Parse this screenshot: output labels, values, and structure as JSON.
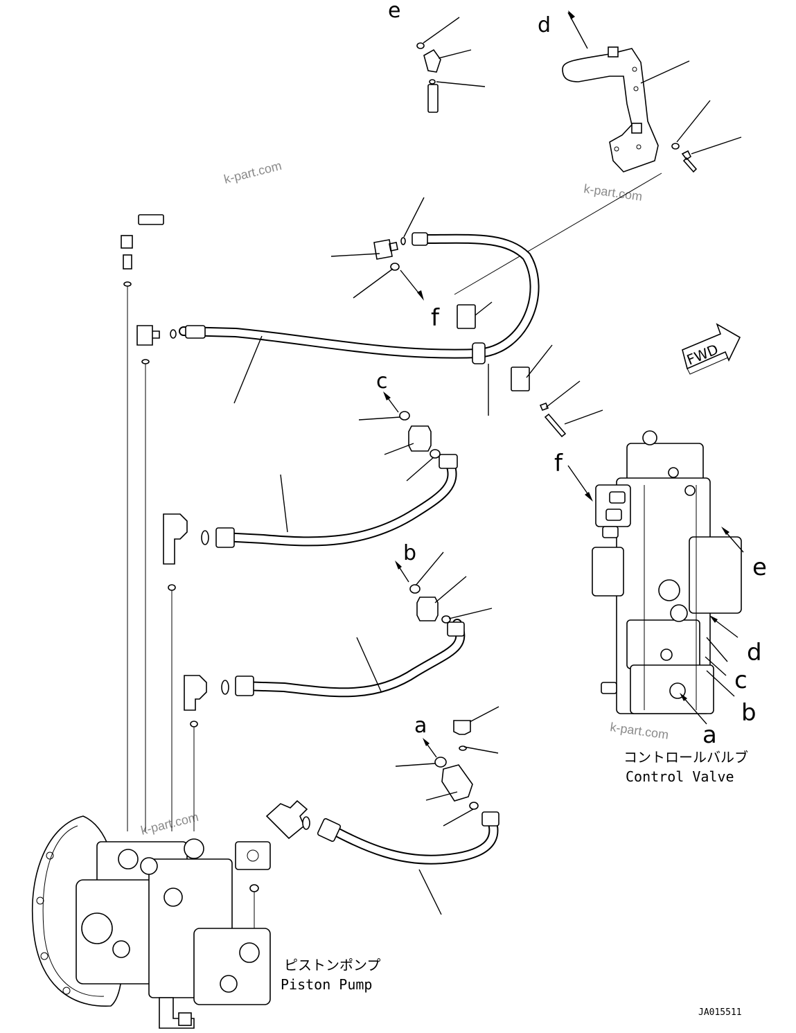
{
  "labels": {
    "a": "a",
    "b": "b",
    "c": "c",
    "d": "d",
    "e": "e",
    "f": "f"
  },
  "captions": {
    "control_valve_jp": "コントロールバルブ",
    "control_valve_en": "Control Valve",
    "piston_pump_jp": "ピストンポンプ",
    "piston_pump_en": "Piston Pump",
    "fwd": "FWD"
  },
  "drawing_id": "JA015511",
  "watermark": "k-part.com"
}
